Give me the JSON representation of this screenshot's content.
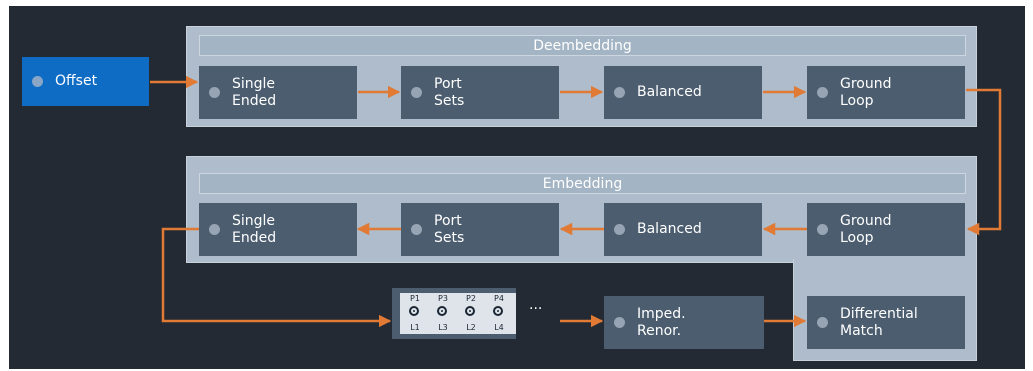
{
  "colors": {
    "background": "#242a33",
    "panel": "#aebccb",
    "block": "#4b5d6f",
    "offset": "#0f6cc4",
    "arrow": "#e07a34"
  },
  "offset": {
    "label": "Offset"
  },
  "deembedding": {
    "title": "Deembedding",
    "blocks": [
      "Single\nEnded",
      "Port\nSets",
      "Balanced",
      "Ground\nLoop"
    ]
  },
  "embedding": {
    "title": "Embedding",
    "blocks": [
      "Single\nEnded",
      "Port\nSets",
      "Balanced",
      "Ground\nLoop"
    ]
  },
  "bottom": {
    "ports": [
      {
        "top": "P1",
        "bottom": "L1"
      },
      {
        "top": "P3",
        "bottom": "L3"
      },
      {
        "top": "P2",
        "bottom": "L2"
      },
      {
        "top": "P4",
        "bottom": "L4"
      }
    ],
    "ellipsis": "...",
    "imped": "Imped.\nRenor.",
    "differential": "Differential\nMatch"
  }
}
